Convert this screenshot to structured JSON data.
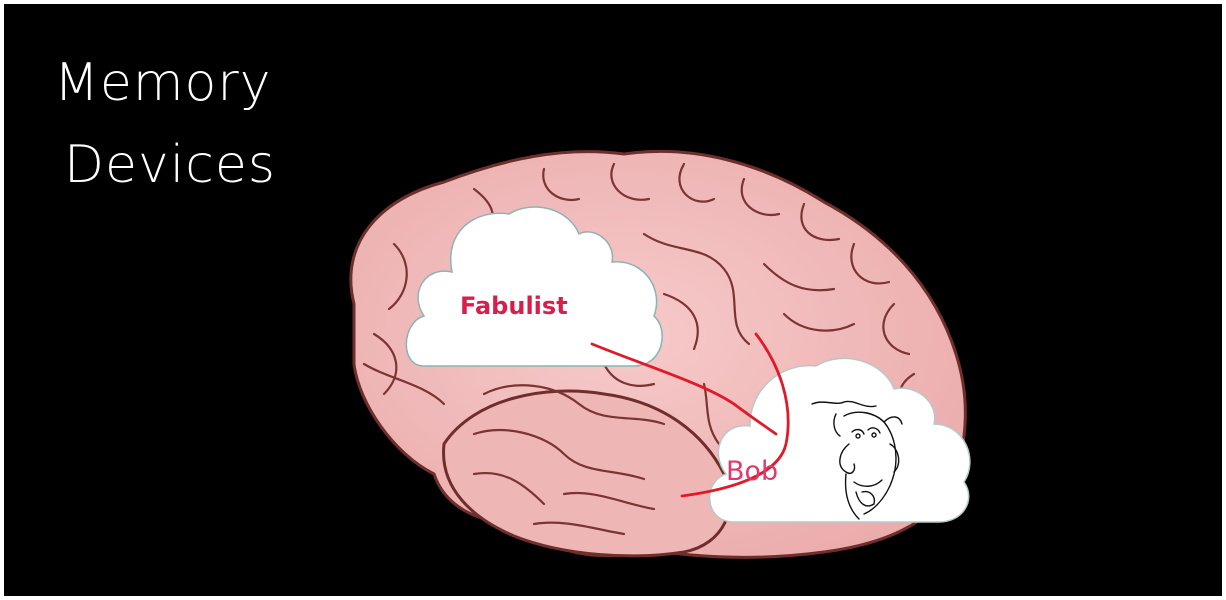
{
  "slide": {
    "title_line1": "Memory",
    "title_line2": "Devices"
  },
  "clouds": {
    "fabulist_label": "Fabulist",
    "bob_label": "Bob"
  },
  "colors": {
    "background": "#000000",
    "title": "#ffffff",
    "brain_fill": "#f2bcbc",
    "brain_outline": "#6e2f2c",
    "label_accent": "#d81e4a",
    "connector": "#e01a2a"
  },
  "icons": [
    "brain-illustration",
    "thought-cloud",
    "caricature-face"
  ]
}
